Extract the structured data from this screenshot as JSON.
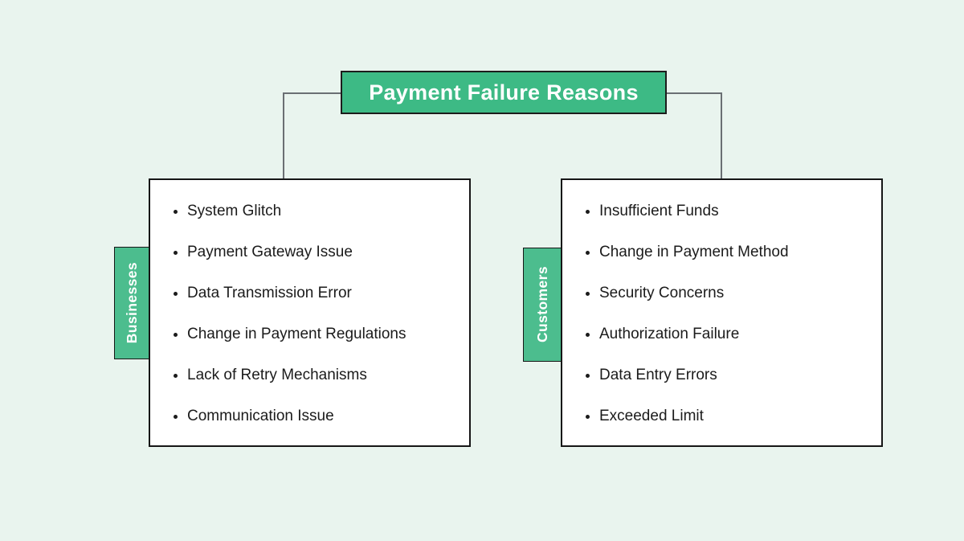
{
  "title": {
    "label": "Payment Failure Reasons"
  },
  "groups": [
    {
      "label": "Businesses",
      "items": [
        "System Glitch",
        "Payment Gateway Issue",
        "Data Transmission Error",
        "Change in Payment Regulations",
        "Lack of Retry Mechanisms",
        "Communication Issue"
      ]
    },
    {
      "label": "Customers",
      "items": [
        "Insufficient Funds",
        "Change in Payment Method",
        "Security Concerns",
        "Authorization Failure",
        "Data Entry Errors",
        "Exceeded Limit"
      ]
    }
  ],
  "colors": {
    "background": "#e9f4ee",
    "title_node_green": "#3dba85",
    "tab_green": "#4cbd8e",
    "box_fill": "#ffffff",
    "box_border": "#161616",
    "connector_gray": "#6a6f73",
    "title_text": "#ffffff",
    "item_text": "#1b1b1b"
  }
}
